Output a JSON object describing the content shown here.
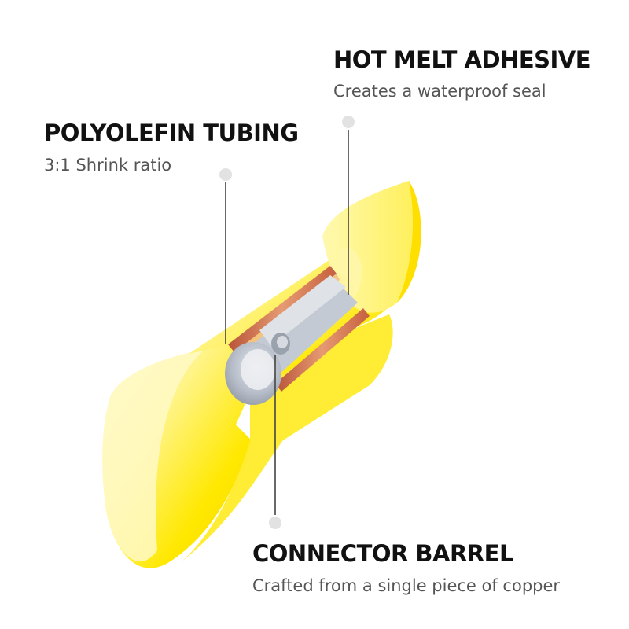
{
  "callouts": {
    "hot_melt": {
      "title": "HOT MELT ADHESIVE",
      "subtitle": "Creates a waterproof seal"
    },
    "polyolefin": {
      "title": "POLYOLEFIN TUBING",
      "subtitle": "3:1 Shrink ratio"
    },
    "connector": {
      "title": "CONNECTOR BARREL",
      "subtitle": "Crafted from a single piece of copper"
    }
  },
  "colors": {
    "tube_yellow": "#fff200",
    "copper": "#d36f49",
    "steel": "#b4bcc8",
    "leader_line": "#444444",
    "marker_dot": "#e2e2e2"
  }
}
